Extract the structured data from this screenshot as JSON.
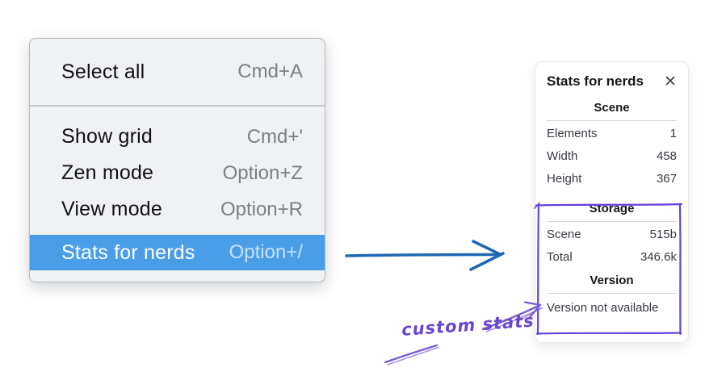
{
  "menu": {
    "items": [
      {
        "label": "Select all",
        "shortcut": "Cmd+A",
        "highlighted": false
      },
      {
        "label": "Show grid",
        "shortcut": "Cmd+'",
        "highlighted": false
      },
      {
        "label": "Zen mode",
        "shortcut": "Option+Z",
        "highlighted": false
      },
      {
        "label": "View mode",
        "shortcut": "Option+R",
        "highlighted": false
      },
      {
        "label": "Stats for nerds",
        "shortcut": "Option+/",
        "highlighted": true
      }
    ]
  },
  "stats_panel": {
    "title": "Stats for nerds",
    "close_glyph": "✕",
    "sections": [
      {
        "heading": "Scene",
        "rows": [
          {
            "label": "Elements",
            "value": "1"
          },
          {
            "label": "Width",
            "value": "458"
          },
          {
            "label": "Height",
            "value": "367"
          }
        ]
      },
      {
        "heading": "Storage",
        "rows": [
          {
            "label": "Scene",
            "value": "515b"
          },
          {
            "label": "Total",
            "value": "346.6k"
          }
        ]
      },
      {
        "heading": "Version",
        "note": "Version not available"
      }
    ]
  },
  "annotation": {
    "label": "custom stats"
  },
  "colors": {
    "menu_highlight": "#4a9ee8",
    "flow_arrow_blue": "#1f67b2",
    "annotation_purple": "#6b46cf",
    "sketch_box_purple": "#6741d9"
  }
}
